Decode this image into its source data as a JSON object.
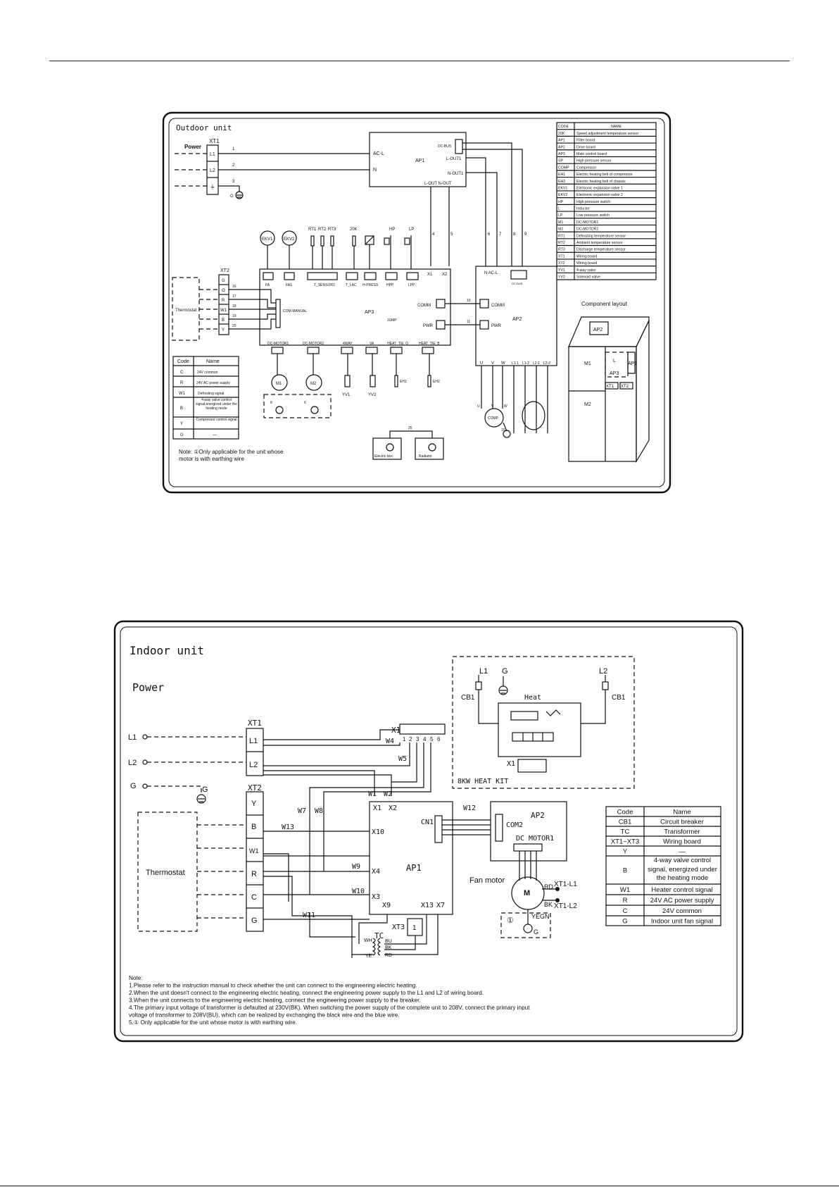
{
  "outdoor": {
    "title": "Outdoor unit",
    "power_label": "Power",
    "xt1": "XT1",
    "xt1_terms": [
      "L1",
      "L2",
      "⏚"
    ],
    "ap1": "AP1",
    "ap1_acl": "AC-L",
    "ap1_n": "N",
    "ap1_dcbus": "DC-BUS",
    "ap1_lout1": "L-OUT1",
    "ap1_nout1": "N-OUT1",
    "ap1_bottom": "L-OUT N-OUT",
    "wire_nums": [
      "1",
      "2",
      "3",
      "4",
      "5",
      "6",
      "7",
      "8",
      "9"
    ],
    "ground_g": "G",
    "ekv1": "EKV1",
    "ekv2": "EKV2",
    "rt_labels": [
      "RT1",
      "RT2",
      "RT3",
      "20K"
    ],
    "hp": "HP",
    "lp": "LP",
    "ap3": "AP3",
    "ap3_connectors": [
      "FA",
      "FA1",
      "T_SENSOR2",
      "T_LAC",
      "H-PRESS",
      "HPP",
      "LPP"
    ],
    "ap3_x1": "X1",
    "ap3_x2": "X2",
    "ap3_com_manual": "COM-MANUAL",
    "ap3_jump": "JUMP",
    "ap3_comm": "COMM",
    "ap3_pwr": "PWR",
    "ap3_bottom": [
      "DC-MOTOR1",
      "DC-MOTOR2",
      "4WAY",
      "VA",
      "HEAT_TIE_O",
      "HEAT_TIE_B"
    ],
    "xt2": "XT2",
    "xt2_terms": [
      "G",
      "O",
      "R",
      "W1",
      "B",
      "Y"
    ],
    "xt2_wires": [
      "16",
      "17",
      "18",
      "19",
      "20"
    ],
    "thermostat": "Thermostat",
    "ap2": "AP2",
    "ap2_top": "N   AC-L",
    "ap2_comm": "COMM",
    "ap2_pwr": "PWR",
    "ap2_dcbus": "DC-BUS",
    "ap2_bottom": [
      "U",
      "V",
      "W",
      "L1-1",
      "L1-2",
      "L2-1",
      "L2-2"
    ],
    "comm_wires": [
      "10",
      "11"
    ],
    "motors": [
      "M1",
      "M2"
    ],
    "yv": [
      "YV1",
      "YV2"
    ],
    "eh": [
      "EH1",
      "EH2"
    ],
    "comp": "COMP",
    "uvw": [
      "U",
      "V",
      "W"
    ],
    "ground_nums": [
      "8",
      "6",
      "15",
      "25"
    ],
    "electric_box": "Electric box",
    "radiator": "Radiator",
    "note": "Note: ①Only applicable for the unit whose motor is with earthing wire",
    "code_table": {
      "headers": [
        "Code",
        "Name"
      ],
      "rows": [
        [
          "C",
          "24V common"
        ],
        [
          "R",
          "24V AC power supply"
        ],
        [
          "W1",
          "Defrosting signal"
        ],
        [
          "B",
          "4-way valve control signal,energized under the heating mode"
        ],
        [
          "Y",
          "Compressor control signal"
        ],
        [
          "G",
          "—"
        ]
      ]
    },
    "legend": {
      "headers": [
        "CODE",
        "NAME"
      ],
      "rows": [
        [
          "20K",
          "Speed adjustment temperature sensor"
        ],
        [
          "AP1",
          "Filter board"
        ],
        [
          "AP2",
          "Drive board"
        ],
        [
          "AP3",
          "Main control board"
        ],
        [
          "SP",
          "High pressure sensor"
        ],
        [
          "COMP",
          "Compressor"
        ],
        [
          "EH1",
          "Electric heating belt of compressor"
        ],
        [
          "EH2",
          "Electric heating belt of chassis"
        ],
        [
          "EKV1",
          "Electronic expansion valve 1"
        ],
        [
          "EKV2",
          "Electronic expansion valve 2"
        ],
        [
          "HP",
          "High pressure switch"
        ],
        [
          "L",
          "Inductor"
        ],
        [
          "LP",
          "Low pressure switch"
        ],
        [
          "M1",
          "DC-MOTOR1"
        ],
        [
          "M2",
          "DC-MOTOR2"
        ],
        [
          "RT1",
          "Defrosting temperature sensor"
        ],
        [
          "RT2",
          "Ambient temperature sensor"
        ],
        [
          "RT3",
          "Discharge temperature sensor"
        ],
        [
          "XT1",
          "Wiring board"
        ],
        [
          "XT2",
          "Wiring board"
        ],
        [
          "YV1",
          "4-way valve"
        ],
        [
          "YV2",
          "Solenoid valve"
        ]
      ]
    },
    "component_layout": {
      "title": "Component layout",
      "labels": [
        "AP2",
        "M1",
        "L",
        "AP3",
        "AP1",
        "XT1",
        "XT2",
        "M2"
      ]
    }
  },
  "indoor": {
    "title": "Indoor unit",
    "power_label": "Power",
    "inputs": [
      "L1",
      "L2",
      "G"
    ],
    "xt1": "XT1",
    "xt1_terms": [
      "L1",
      "L2"
    ],
    "xt2": "XT2",
    "xt2_terms": [
      "Y",
      "B",
      "W1",
      "R",
      "C",
      "G"
    ],
    "thermostat": "Thermostat",
    "x1": "X1",
    "x1_pins": [
      "1",
      "2",
      "3",
      "4",
      "5",
      "6"
    ],
    "wires": [
      "W4",
      "W5",
      "W1",
      "W2",
      "W7",
      "W8",
      "W13",
      "W9",
      "W10",
      "W11",
      "W12"
    ],
    "ap1": "AP1",
    "ap1_ports": [
      "X1",
      "X2",
      "X10",
      "X4",
      "X3",
      "X9",
      "X13",
      "X7",
      "CN1"
    ],
    "ap2": "AP2",
    "ap2_com2": "COM2",
    "ap2_dcmotor": "DC MOTOR1",
    "xt3": "XT3",
    "xt3_box": "1",
    "tc": "TC",
    "tc_wires": [
      "WH",
      "BU",
      "BK",
      "YE",
      "RD"
    ],
    "fan_motor": "Fan motor",
    "motor_m": "M",
    "motor_wires": [
      "RD",
      "BK",
      "YEGN"
    ],
    "motor_outputs": [
      "XT1-L1",
      "XT1-L2"
    ],
    "motor_note_circle": "①",
    "motor_g": "G",
    "heat_kit": {
      "title": "8KW HEAT KIT",
      "l1": "L1",
      "g": "G",
      "l2": "L2",
      "cb_left": "CB1",
      "cb_right": "CB1",
      "heat": "Heat",
      "x1": "X1"
    },
    "code_table": {
      "headers": [
        "Code",
        "Name"
      ],
      "rows": [
        [
          "CB1",
          "Circuit breaker"
        ],
        [
          "TC",
          "Transformer"
        ],
        [
          "XT1~XT3",
          "Wiring board"
        ],
        [
          "Y",
          "—"
        ],
        [
          "B",
          "4-way valve control signal, energized under the heating mode"
        ],
        [
          "W1",
          "Heater control signal"
        ],
        [
          "R",
          "24V AC power supply"
        ],
        [
          "C",
          "24V common"
        ],
        [
          "G",
          "Indoor unit fan signal"
        ]
      ]
    },
    "notes": [
      "Note:",
      "1.Please refer to the instruction manual to check whether the unit can connect to the engineering electric heating.",
      "2.When the unit doesn't connect to the engineering electric heating, connect the engineering power supply to the L1 and L2 of wiring board.",
      "3.When the unit connects to the engineering electric heating, connect the engineering power supply to the breaker.",
      "4.The primary input voltage of transformer is defaulted at 230V(BK). When switching the power supply of the complete unit to 208V, connect the primary input",
      "voltage of transformer to 208V(BU), which can be realized by exchanging the black wire and the blue wire.",
      "5.① Only applicable for the unit whose motor is with earthing wire."
    ]
  }
}
